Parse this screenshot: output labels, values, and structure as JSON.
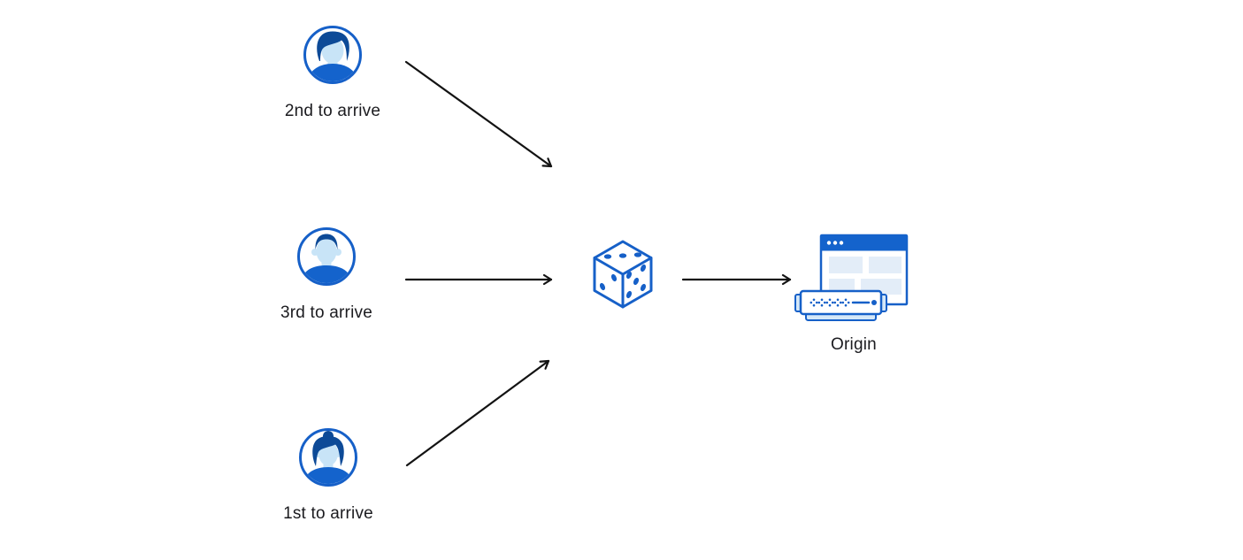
{
  "diagram": {
    "nodes": {
      "user_top": {
        "label": "2nd to arrive",
        "icon": "user-avatar-male-swept-icon"
      },
      "user_middle": {
        "label": "3rd to arrive",
        "icon": "user-avatar-male-flattop-icon"
      },
      "user_bottom": {
        "label": "1st to arrive",
        "icon": "user-avatar-female-bun-icon"
      },
      "randomizer": {
        "icon": "dice-icon"
      },
      "origin": {
        "label": "Origin",
        "icon": "origin-server-icon"
      }
    },
    "edges": [
      {
        "from": "user_top",
        "to": "randomizer"
      },
      {
        "from": "user_middle",
        "to": "randomizer"
      },
      {
        "from": "user_bottom",
        "to": "randomizer"
      },
      {
        "from": "randomizer",
        "to": "origin"
      }
    ],
    "colors": {
      "primary_blue": "#1660C8",
      "hair_blue": "#0D4A97",
      "shirt_blue": "#1463CC",
      "face_blue": "#C8E4F7",
      "pale_blue": "#E3EDF8",
      "tab_blue": "#D5E8F8",
      "arrow_black": "#131313",
      "text_color": "#1B1B1F",
      "background": "#FFFFFF"
    }
  }
}
